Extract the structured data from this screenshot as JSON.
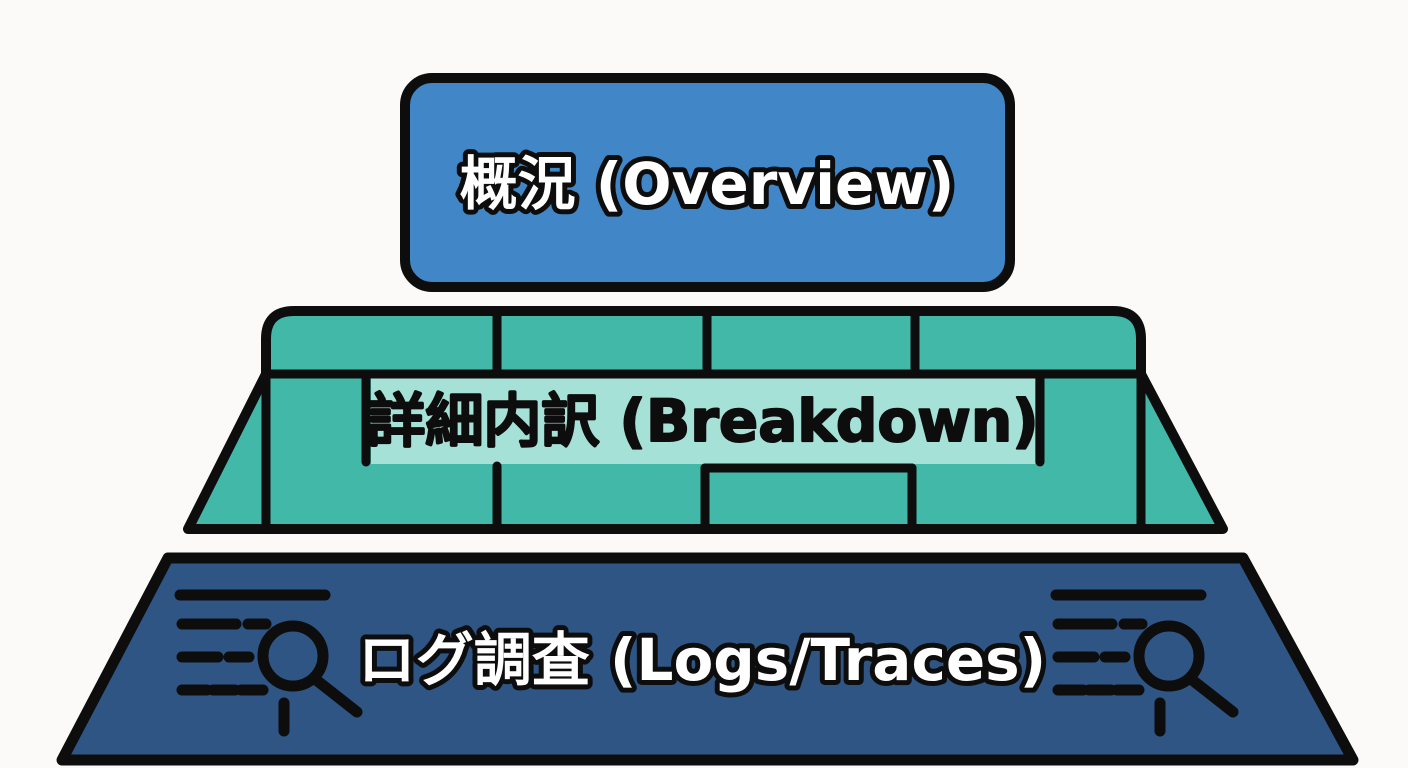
{
  "diagram": {
    "type": "layered-pyramid",
    "layers": [
      {
        "id": "overview",
        "label": "概況 (Overview)",
        "shape": "rounded-rectangle",
        "fill": "#4187c7",
        "text_color": "#ffffff"
      },
      {
        "id": "breakdown",
        "label": "詳細内訳 (Breakdown)",
        "shape": "trapezoid-brick-wall",
        "fill": "#41b8a8",
        "band_fill": "#a6e1d7",
        "text_color": "#0d0d0d"
      },
      {
        "id": "logs",
        "label": "ログ調査 (Logs/Traces)",
        "shape": "trapezoid",
        "fill": "#2e5584",
        "text_color": "#ffffff",
        "icons": [
          "search-speed-lines-icon",
          "search-speed-lines-icon"
        ]
      }
    ],
    "colors": {
      "outline": "#0d0d0d",
      "background": "#fbfaf8"
    }
  }
}
